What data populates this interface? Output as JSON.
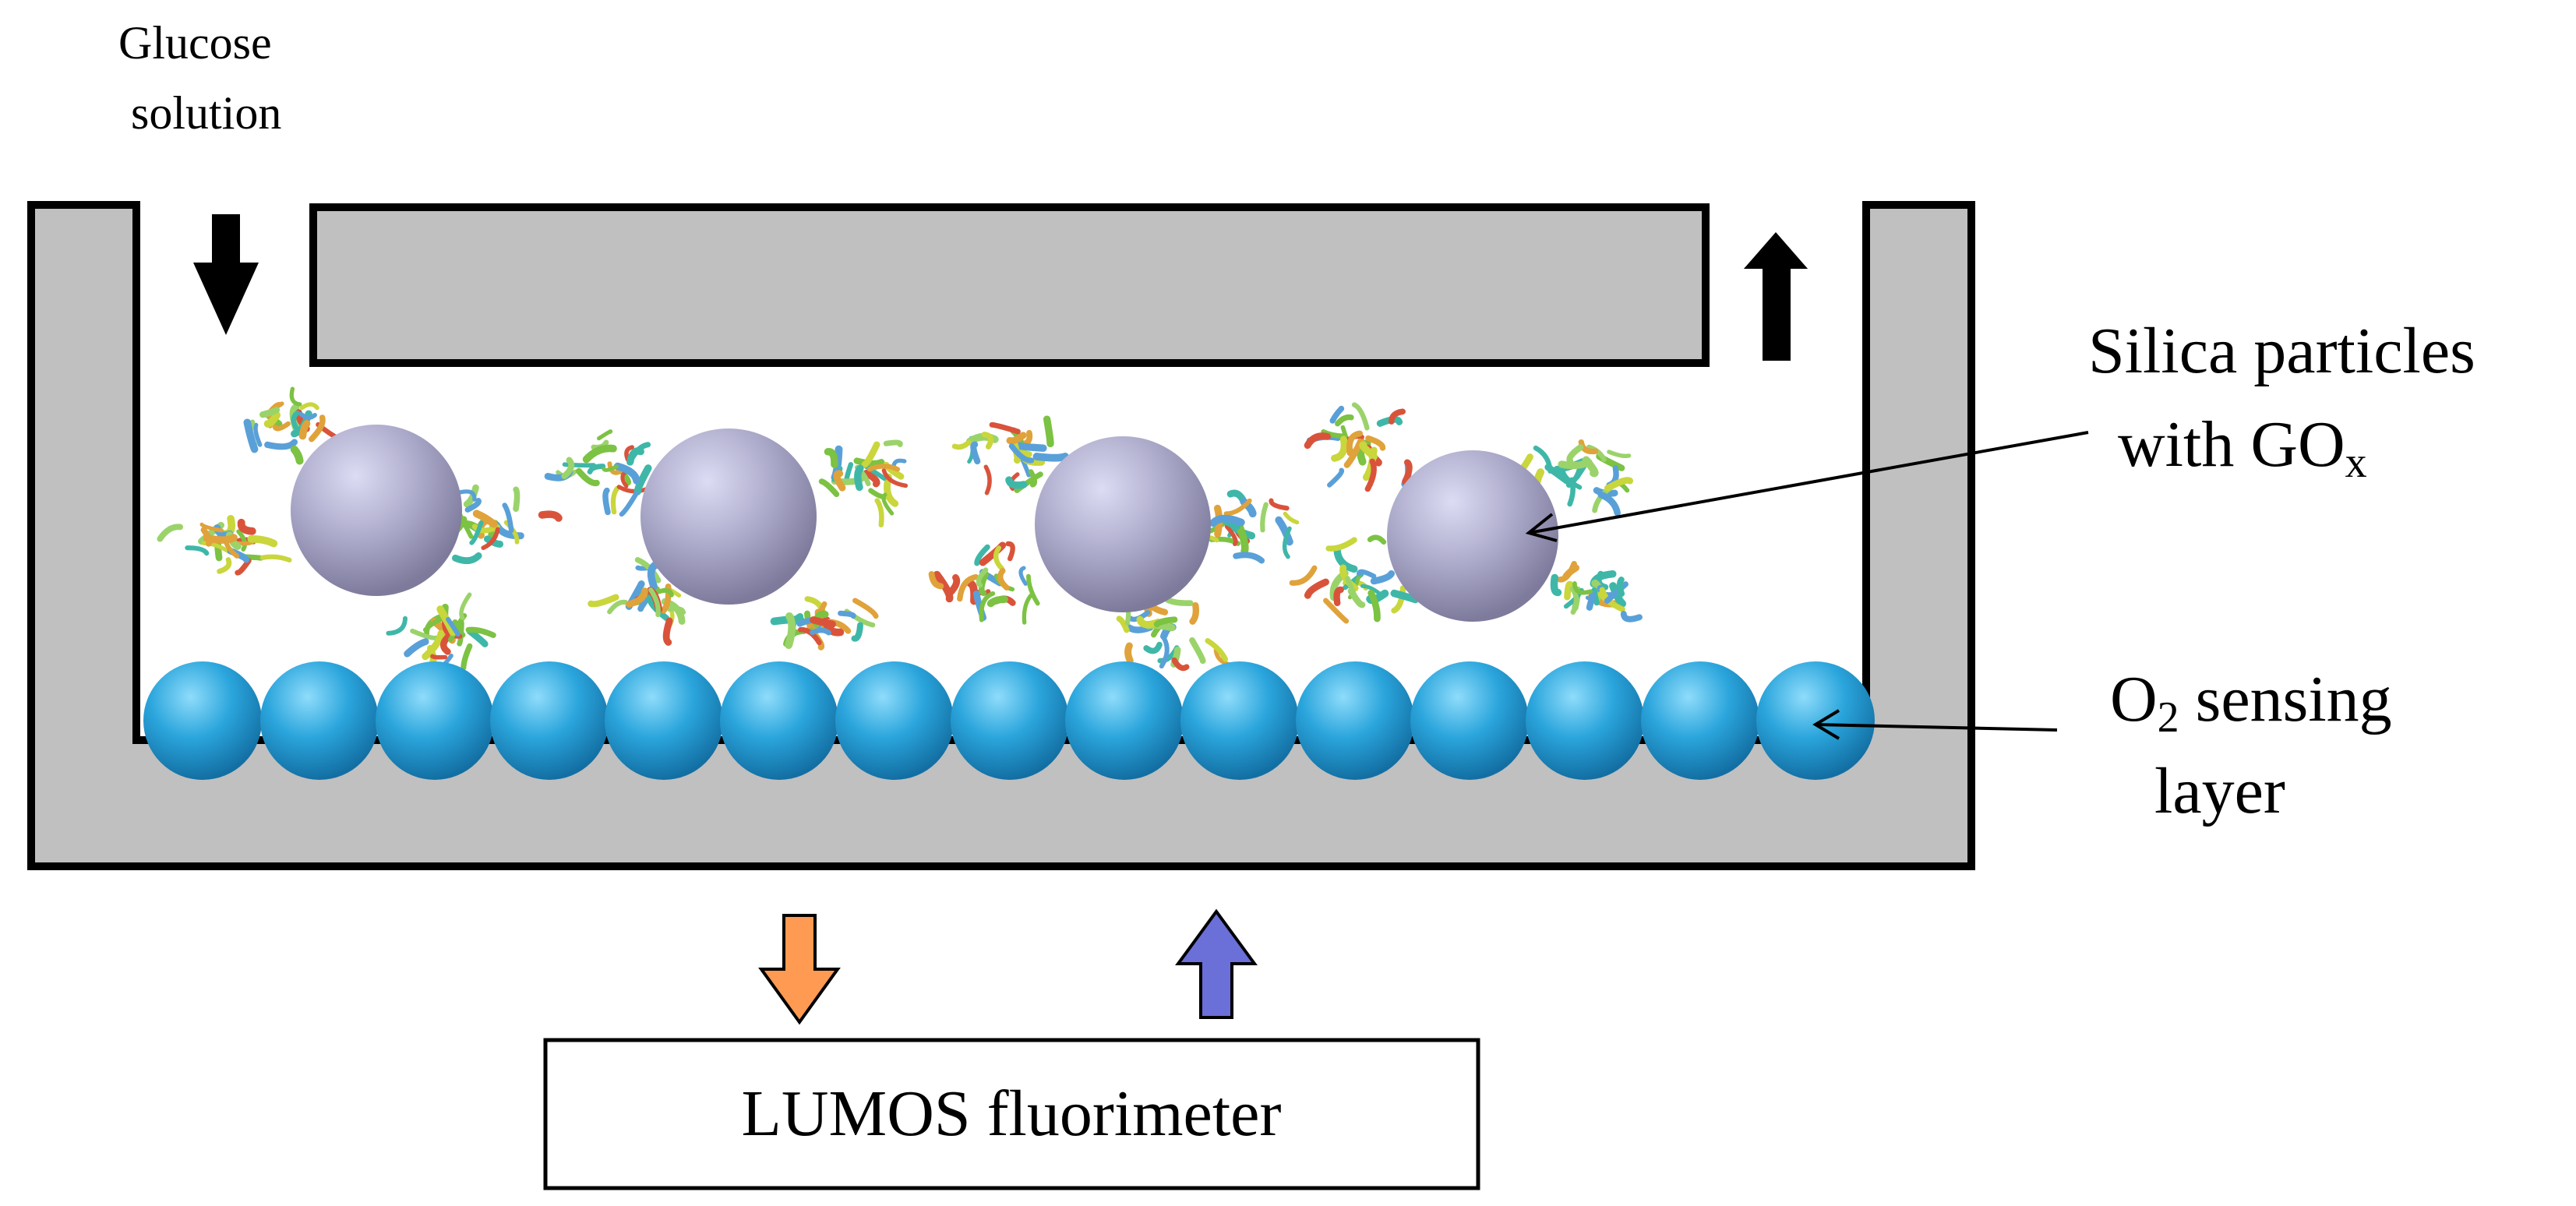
{
  "inlet_label": {
    "line1": "Glucose",
    "line2": "solution"
  },
  "silica_label": {
    "line1": "Silica particles",
    "line2_prefix": "with GO",
    "line2_sub": "x"
  },
  "sensing_label": {
    "line1_prefix": "O",
    "line1_sub": "2",
    "line1_suffix": " sensing",
    "line2": "layer"
  },
  "instrument_label": "LUMOS fluorimeter",
  "colors": {
    "cell_fill": "#c0c0c0",
    "outline": "#000000",
    "silica_particle": "#a9a6c4",
    "sensing_bead": "#2a9fd6",
    "excitation_arrow": "#ff9a52",
    "emission_arrow": "#6b6fd8",
    "flow_arrow": "#000000"
  },
  "icons": {
    "inlet_arrow": "arrow-down-icon",
    "outlet_arrow": "arrow-up-icon",
    "enzyme": "glucose-oxidase-protein-icon"
  }
}
